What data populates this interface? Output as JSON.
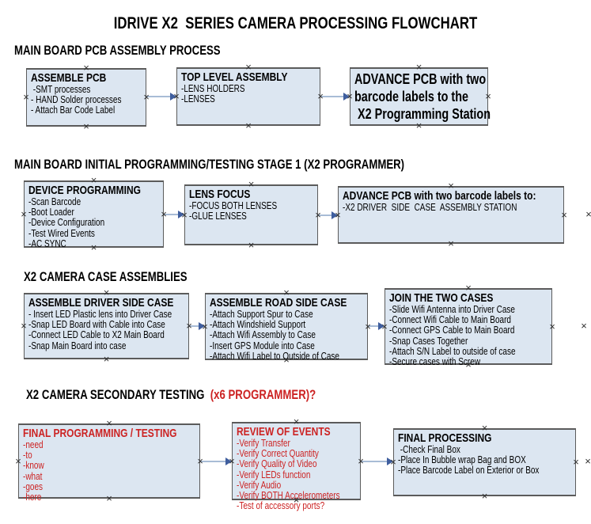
{
  "title": "IDRIVE X2  SERIES CAMERA PROCESSING FLOWCHART",
  "colors": {
    "box_fill": "#dce6f1",
    "box_border": "#5b5b5b",
    "red_text": "#cc2222",
    "arrow_line": "#a8bcd6",
    "arrow_head": "#3f5e9e",
    "text": "#000000"
  },
  "icons": {
    "connection_handle_glyph": "×"
  },
  "sections": [
    {
      "heading": "MAIN BOARD PCB ASSEMBLY PROCESS",
      "boxes": [
        {
          "title_lines": [
            "ASSEMBLE PCB"
          ],
          "items": [
            " -SMT processes",
            "- HAND Solder processes",
            "- Attach Bar Code Label"
          ]
        },
        {
          "title_lines": [
            "TOP LEVEL ASSEMBLY"
          ],
          "items": [
            "-LENS HOLDERS",
            "-LENSES"
          ]
        },
        {
          "title_lines": [
            "ADVANCE PCB with two",
            "barcode labels to the",
            " X2 Programming Station"
          ],
          "items": []
        }
      ]
    },
    {
      "heading": "MAIN BOARD INITIAL PROGRAMMING/TESTING STAGE 1 (X2 PROGRAMMER)",
      "boxes": [
        {
          "title_lines": [
            "DEVICE PROGRAMMING"
          ],
          "items": [
            "-Scan Barcode",
            "-Boot Loader",
            "-Device Configuration",
            "-Test Wired Events",
            "-AC SYNC"
          ]
        },
        {
          "title_lines": [
            "LENS FOCUS"
          ],
          "items": [
            "-FOCUS BOTH LENSES",
            "-GLUE LENSES"
          ]
        },
        {
          "title_lines": [
            "ADVANCE PCB with two barcode labels to:"
          ],
          "items": [
            "-X2 DRIVER  SIDE  CASE  ASSEMBLY STATION"
          ]
        }
      ]
    },
    {
      "heading": "X2 CAMERA CASE ASSEMBLIES",
      "boxes": [
        {
          "title_lines": [
            "ASSEMBLE DRIVER SIDE CASE"
          ],
          "items": [
            "- Insert LED Plastic lens into Driver Case",
            "-Snap LED Board with Cable into Case",
            "-Connect LED Cable to X2 Main Board",
            "-Snap Main Board into case"
          ]
        },
        {
          "title_lines": [
            "ASSEMBLE ROAD SIDE CASE"
          ],
          "items": [
            "-Attach Support Spur to Case",
            "-Attach Windshield Support",
            "-Attach Wifi Assembly to Case",
            "-Insert GPS Module into Case",
            "-Attach Wifi Label to Outside of Case"
          ]
        },
        {
          "title_lines": [
            "JOIN THE TWO CASES"
          ],
          "items": [
            "-Slide Wifi Antenna into Driver Case",
            "-Connect Wifi Cable to Main Board",
            "-Connect GPS Cable to Main Board",
            "-Snap Cases Together",
            "-Attach S/N Label to outside of case",
            "-Secure cases with Screw"
          ]
        }
      ]
    },
    {
      "heading": "X2 CAMERA SECONDARY TESTING  ",
      "heading_red": "(x6 PROGRAMMER)?",
      "boxes": [
        {
          "title_lines": [
            "FINAL PROGRAMMING / TESTING"
          ],
          "items": [
            "-need",
            "-to",
            "-know",
            "-what",
            "-goes",
            "-here"
          ]
        },
        {
          "title_lines": [
            "REVIEW OF EVENTS"
          ],
          "items": [
            "-Verify Transfer",
            "-Verify Correct Quantity",
            "-Verify Quality of Video",
            "-Verify LEDs function",
            "-Verify Audio",
            "-Verify BOTH Accelerometers",
            "-Test of accessory ports?"
          ]
        },
        {
          "title_lines": [
            "FINAL PROCESSING"
          ],
          "items": [
            " -Check Final Box",
            "-Place In Bubble wrap Bag and BOX",
            "-Place Barcode Label on Exterior or Box"
          ]
        }
      ]
    }
  ]
}
